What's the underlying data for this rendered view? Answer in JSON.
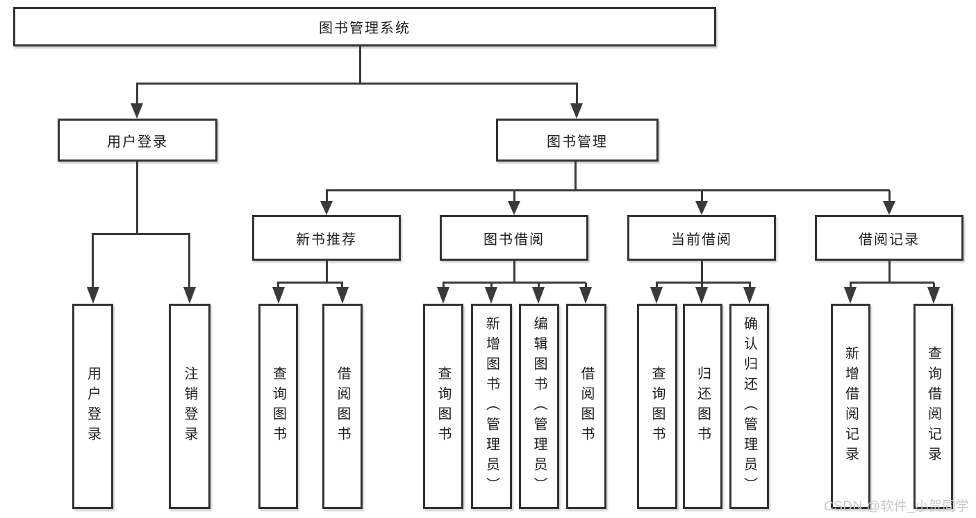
{
  "diagram": {
    "type": "tree-hierarchy",
    "tree": {
      "label": "图书管理系统",
      "children": [
        {
          "label": "用户登录",
          "children": [
            {
              "label": "用户登录"
            },
            {
              "label": "注销登录"
            }
          ]
        },
        {
          "label": "图书管理",
          "children": [
            {
              "label": "新书推荐",
              "children": [
                {
                  "label": "查询图书"
                },
                {
                  "label": "借阅图书"
                }
              ]
            },
            {
              "label": "图书借阅",
              "children": [
                {
                  "label": "查询图书"
                },
                {
                  "label": "新增图书（管理员）"
                },
                {
                  "label": "编辑图书（管理员）"
                },
                {
                  "label": "借阅图书"
                }
              ]
            },
            {
              "label": "当前借阅",
              "children": [
                {
                  "label": "查询图书"
                },
                {
                  "label": "归还图书"
                },
                {
                  "label": "确认归还（管理员）"
                }
              ]
            },
            {
              "label": "借阅记录",
              "children": [
                {
                  "label": "新增借阅记录"
                },
                {
                  "label": "查询借阅记录"
                }
              ]
            }
          ]
        }
      ]
    }
  },
  "watermark": {
    "text": "CSDN @软件_小贺同学"
  },
  "colors": {
    "line": "#3a3a3a",
    "border": "#333333",
    "text": "#1e1e1e",
    "background": "#ffffff",
    "watermark": "#c7cacd"
  }
}
